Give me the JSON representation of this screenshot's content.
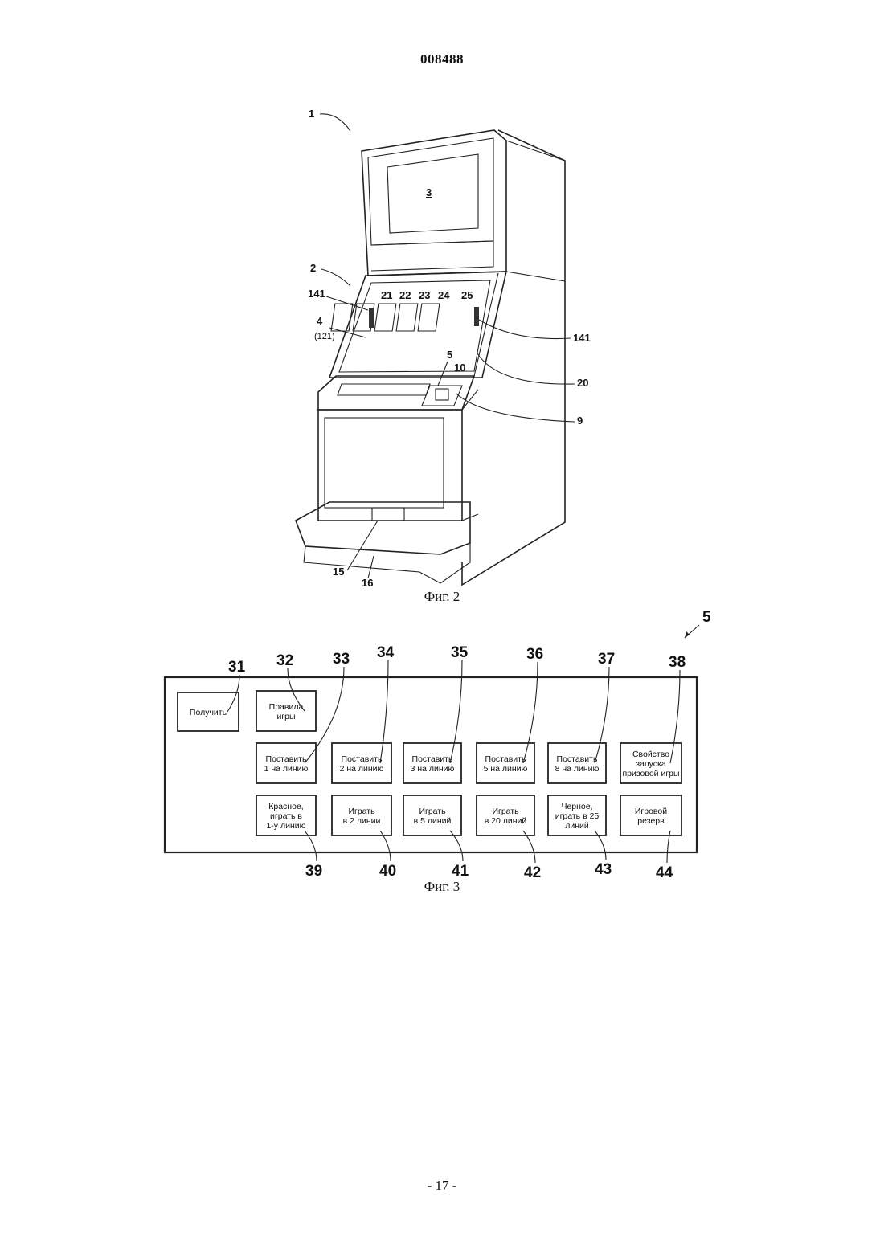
{
  "header": {
    "doc_number": "008488"
  },
  "figure2": {
    "caption": "Фиг. 2",
    "refs": {
      "r1": "1",
      "r2": "2",
      "r3": "3",
      "r4": "4",
      "r121": "(121)",
      "r141_left": "141",
      "r141_right": "141",
      "r21": "21",
      "r22": "22",
      "r23": "23",
      "r24": "24",
      "r25": "25",
      "r5": "5",
      "r10": "10",
      "r20": "20",
      "r9": "9",
      "r15": "15",
      "r16": "16"
    }
  },
  "figure3": {
    "caption": "Фиг. 3",
    "panel_ref": "5",
    "buttons": [
      {
        "ref": "31",
        "lines": [
          "Получить"
        ]
      },
      {
        "ref": "32",
        "lines": [
          "Правила",
          "игры"
        ]
      },
      {
        "ref": "33",
        "lines": [
          "Поставить",
          "1 на линию"
        ]
      },
      {
        "ref": "34",
        "lines": [
          "Поставить",
          "2 на линию"
        ]
      },
      {
        "ref": "35",
        "lines": [
          "Поставить",
          "3 на линию"
        ]
      },
      {
        "ref": "36",
        "lines": [
          "Поставить",
          "5 на линию"
        ]
      },
      {
        "ref": "37",
        "lines": [
          "Поставить",
          "8 на линию"
        ]
      },
      {
        "ref": "38",
        "lines": [
          "Свойство",
          "запуска",
          "призовой игры"
        ]
      },
      {
        "ref": "39",
        "lines": [
          "Красное,",
          "играть в",
          "1-у линию"
        ]
      },
      {
        "ref": "40",
        "lines": [
          "Играть",
          "в 2 линии"
        ]
      },
      {
        "ref": "41",
        "lines": [
          "Играть",
          "в 5 линий"
        ]
      },
      {
        "ref": "42",
        "lines": [
          "Играть",
          "в 20 линий"
        ]
      },
      {
        "ref": "43",
        "lines": [
          "Черное,",
          "играть в 25",
          "линий"
        ]
      },
      {
        "ref": "44",
        "lines": [
          "Игровой",
          "резерв"
        ]
      }
    ]
  },
  "footer": {
    "page_number": "- 17 -"
  }
}
